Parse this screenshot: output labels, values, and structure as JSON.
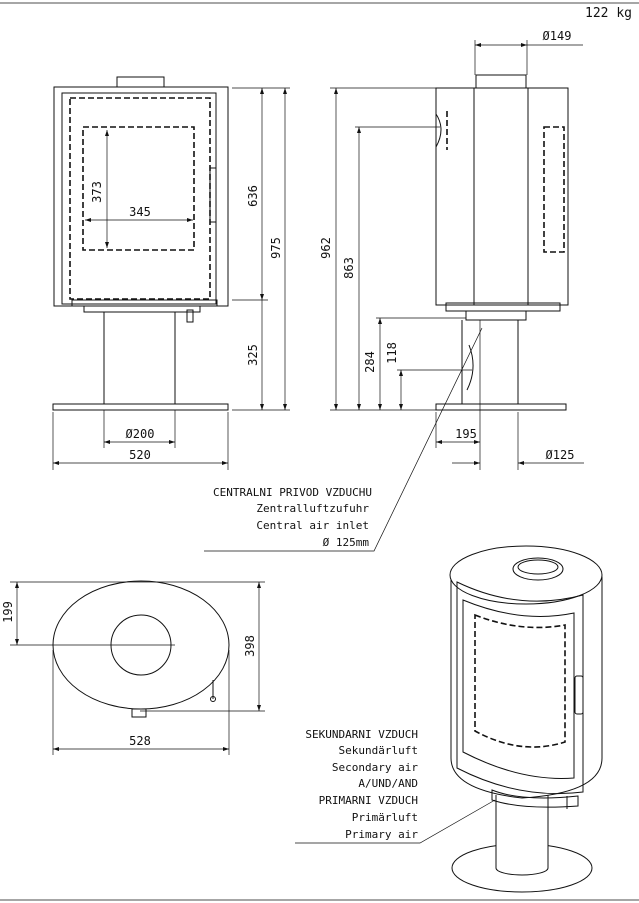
{
  "weight": "122 kg",
  "front_view": {
    "dim_height_636": "636",
    "dim_height_975": "975",
    "dim_height_325": "325",
    "dim_window_height_373": "373",
    "dim_window_width_345": "345",
    "dim_flue_200": "Ø200",
    "dim_base_520": "520"
  },
  "side_view": {
    "dim_flue_149": "Ø149",
    "dim_962": "962",
    "dim_863": "863",
    "dim_284": "284",
    "dim_118": "118",
    "dim_195": "195",
    "dim_inlet_125": "Ø125"
  },
  "air_inlet_label": {
    "line1": "CENTRALNI PRIVOD VZDUCHU",
    "line2": "Zentralluftzufuhr",
    "line3": "Central air inlet",
    "line4": "Ø 125mm"
  },
  "top_view": {
    "dim_199": "199",
    "dim_398": "398",
    "dim_528": "528"
  },
  "air_label": {
    "line1": "SEKUNDARNI VZDUCH",
    "line2": "Sekundärluft",
    "line3": "Secondary air",
    "line4": "A/UND/AND",
    "line5": "PRIMARNI VZDUCH",
    "line6": "Primärluft",
    "line7": "Primary air"
  }
}
